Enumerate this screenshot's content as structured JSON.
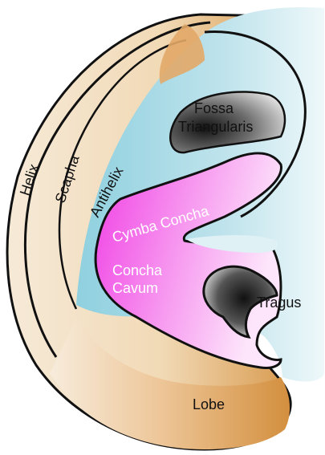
{
  "figure": {
    "labels": {
      "helix": "Helix",
      "scapha": "Scapha",
      "antihelix": "Antihelix",
      "fossa_line1": "Fossa",
      "fossa_line2": "Triangularis",
      "cymba_concha": "Cymba Concha",
      "concha_line1": "Concha",
      "concha_line2": "Cavum",
      "tragus": "Tragus",
      "lobe": "Lobe"
    },
    "colors": {
      "skin_light": "#f6ead8",
      "skin_tan": "#d89a4e",
      "skin_mid": "#e9b778",
      "antihelix_blue": "#a8dbe6",
      "light_blue": "#d9eef3",
      "concha_magenta": "#f34ce8",
      "concha_pale": "#fbd2f5",
      "fossa_dark": "#1f1f1f",
      "fossa_gray": "#bdbdbd",
      "outline": "#111111"
    }
  }
}
